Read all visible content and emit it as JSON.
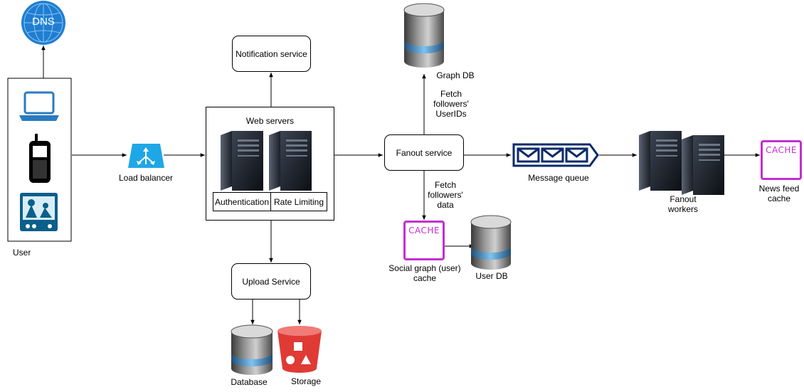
{
  "icons": {
    "dns": "DNS",
    "user_cache": "CACHE",
    "news_feed_cache": "CACHE"
  },
  "labels": {
    "user": "User",
    "load_balancer": "Load balancer",
    "notification_service": "Notification service",
    "web_servers": "Web servers",
    "authentication": "Authentication",
    "rate_limiting": "Rate Limiting",
    "upload_service": "Upload Service",
    "database": "Database",
    "storage": "Storage",
    "graph_db": "Graph DB",
    "fetch_userids": "Fetch\nfollowers'\nUserIDs",
    "fanout_service": "Fanout service",
    "fetch_data": "Fetch\nfollowers'\ndata",
    "social_graph_cache": "Social graph (user)\ncache",
    "user_db": "User DB",
    "message_queue": "Message queue",
    "fanout_workers": "Fanout\nworkers",
    "news_feed_cache": "News feed\ncache"
  },
  "colors": {
    "cache_border": "#c22fd1",
    "dns_blue": "#1f7ed1",
    "device_blue": "#2a7bbf",
    "queue_navy": "#0a2a6b",
    "storage_red": "#e03a35",
    "lb_cyan": "#1ea7e6"
  }
}
